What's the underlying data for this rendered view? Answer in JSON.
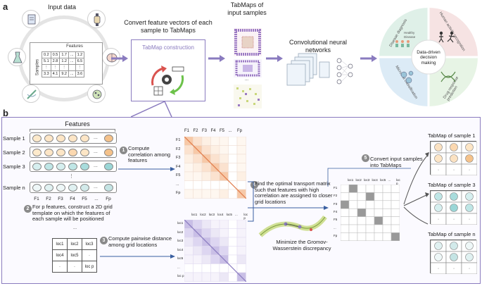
{
  "panel_a": {
    "letter": "a",
    "input_data_label": "Input data",
    "features_header": "Features",
    "samples_header": "Samples",
    "table_rows": [
      [
        "0.2",
        "0.5",
        "1.7",
        "...",
        "1.2"
      ],
      [
        "5.1",
        "2.8",
        "1.2",
        "...",
        "6.5"
      ],
      [
        "⋮",
        "⋮",
        "⋮",
        "",
        "⋮"
      ],
      [
        "3.3",
        "4.1",
        "9.2",
        "...",
        "3.6"
      ]
    ],
    "convert_title": "Convert feature vectors of each sample to TabMaps",
    "construction_label": "TabMap construction",
    "tabmaps_title": "TabMaps of input samples",
    "cnn_title": "Convolutional neural networks",
    "decision_label": "Data-driven decision making",
    "quadrants": [
      "Disease diagnosis",
      "Human activity recognition",
      "Drug response prediction",
      "Microbial classification"
    ],
    "legend_healthy": "Healthy",
    "legend_disease": "Disease"
  },
  "panel_b": {
    "letter": "b",
    "features_title": "Features",
    "sample_labels": [
      "Sample 1",
      "Sample 2",
      "Sample 3",
      "Sample n"
    ],
    "feature_labels": [
      "F1",
      "F2",
      "F3",
      "F4",
      "F5",
      "...",
      "Fp"
    ],
    "step1_num": "1",
    "step1_text": "Compute correlation among features",
    "step2_num": "2",
    "step2_text": "For p features, construct a 2D grid template on which the features of each sample will be positioned",
    "step3_num": "3",
    "step3_text": "Compute pairwise distance among grid locations",
    "step4_num": "4",
    "step4_text": "Find the optimal transport matrix such that features with high correlation are assigned to closer grid locations",
    "step5_num": "5",
    "step5_text": "Convert input samples into TabMaps",
    "minimize_text": "Minimize the Gromov-Wasserstein discrepancy",
    "grid_cells": [
      [
        "loc1",
        "loc2",
        "loc3"
      ],
      [
        "loc4",
        "loc5",
        "·"
      ],
      [
        "·",
        "·",
        "loc p"
      ]
    ],
    "loc_labels": [
      "loc1",
      "loc2",
      "loc3",
      "loc4",
      "loc5",
      "...",
      "loc p"
    ],
    "tabmap_titles": [
      "TabMap of sample 1",
      "TabMap of sample 3",
      "TabMap of sample n"
    ],
    "ellipsis": "...",
    "dot": "·"
  },
  "colors": {
    "purple": "#8a7bbf",
    "orange": "#f0a060",
    "teal": "#5dbfbf",
    "light_purple": "#ece8f6",
    "panel_bg": "#f4f1fa"
  }
}
